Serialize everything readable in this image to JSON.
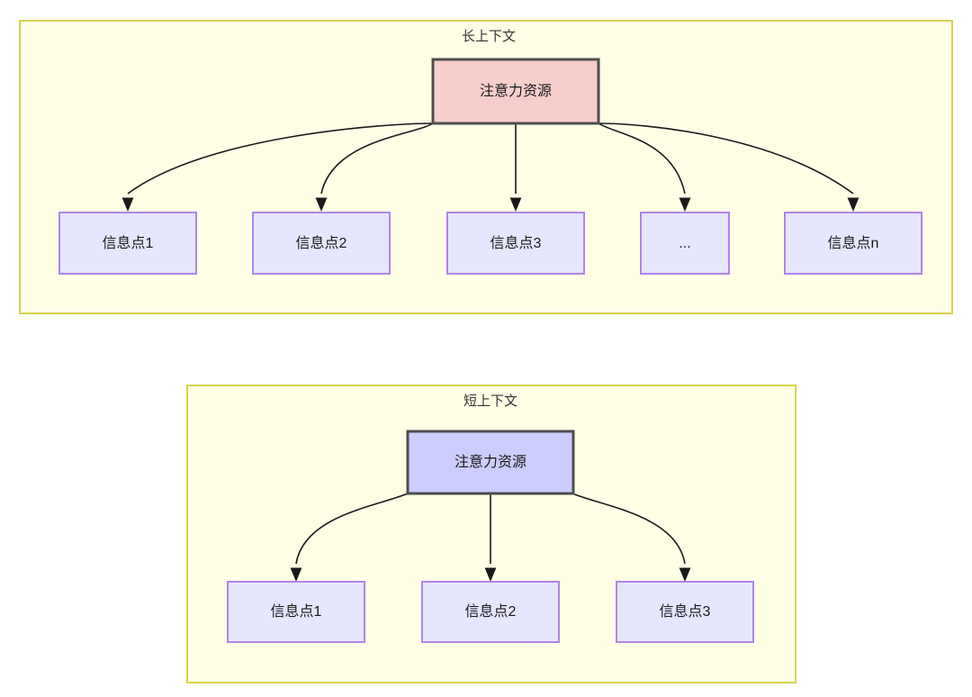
{
  "diagram": {
    "type": "flow-diagram",
    "background_color": "#ffffff",
    "panel_fill": "#ffffe6",
    "panel_border": "#d6d34e",
    "info_node_fill": "#e6e6ff",
    "info_node_border": "#b085e8",
    "panels": [
      {
        "id": "long-context",
        "title": "长上下文",
        "root": {
          "label": "注意力资源",
          "fill": "#f8cecc",
          "border": "#4d4d4d"
        },
        "children": [
          {
            "label": "信息点1"
          },
          {
            "label": "信息点2"
          },
          {
            "label": "信息点3"
          },
          {
            "label": "..."
          },
          {
            "label": "信息点n"
          }
        ]
      },
      {
        "id": "short-context",
        "title": "短上下文",
        "root": {
          "label": "注意力资源",
          "fill": "#ccccff",
          "border": "#4d4d4d"
        },
        "children": [
          {
            "label": "信息点1"
          },
          {
            "label": "信息点2"
          },
          {
            "label": "信息点3"
          }
        ]
      }
    ]
  }
}
